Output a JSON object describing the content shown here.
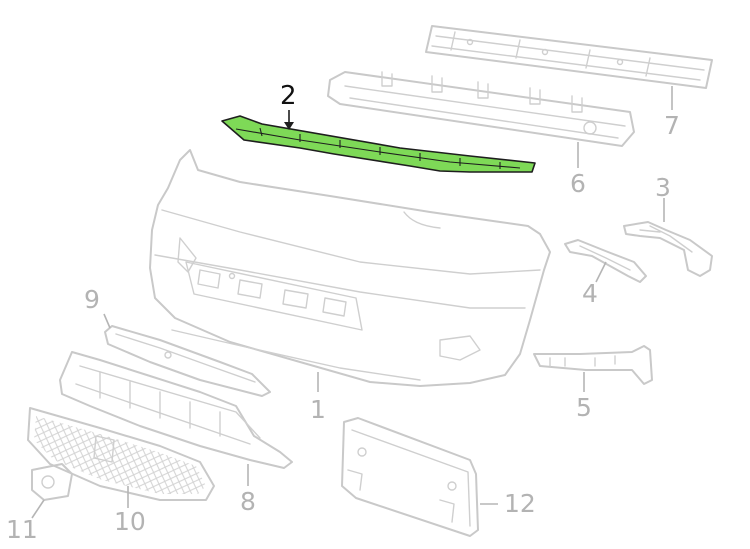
{
  "colors": {
    "highlight": "#7ed957",
    "line": "#c9c9c9",
    "label": "#b3b3b3",
    "label_highlight": "#111111"
  },
  "callouts": [
    {
      "id": "1",
      "label": "1",
      "highlighted": false
    },
    {
      "id": "2",
      "label": "2",
      "highlighted": true
    },
    {
      "id": "3",
      "label": "3",
      "highlighted": false
    },
    {
      "id": "4",
      "label": "4",
      "highlighted": false
    },
    {
      "id": "5",
      "label": "5",
      "highlighted": false
    },
    {
      "id": "6",
      "label": "6",
      "highlighted": false
    },
    {
      "id": "7",
      "label": "7",
      "highlighted": false
    },
    {
      "id": "8",
      "label": "8",
      "highlighted": false
    },
    {
      "id": "9",
      "label": "9",
      "highlighted": false
    },
    {
      "id": "10",
      "label": "10",
      "highlighted": false
    },
    {
      "id": "11",
      "label": "11",
      "highlighted": false
    },
    {
      "id": "12",
      "label": "12",
      "highlighted": false
    }
  ]
}
